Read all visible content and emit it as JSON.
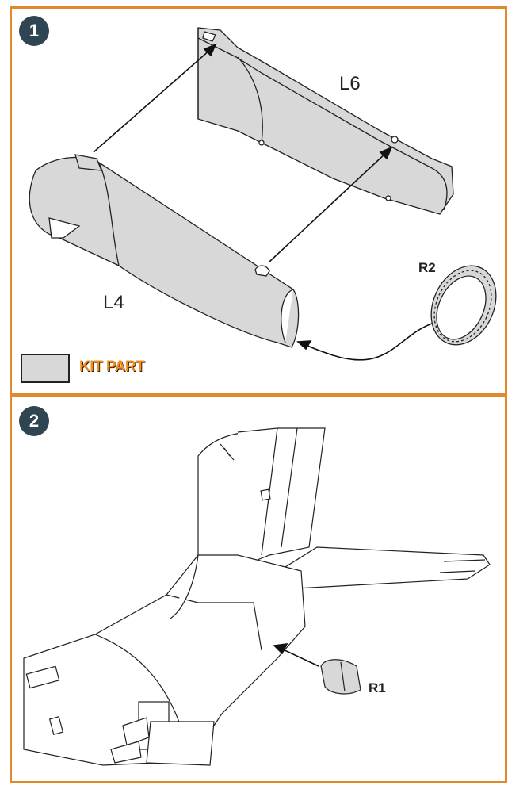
{
  "steps": [
    {
      "number": "1"
    },
    {
      "number": "2"
    }
  ],
  "step1": {
    "part_top": "L6",
    "part_bottom": "L4",
    "part_ring": "R2",
    "legend_text": "KIT PART"
  },
  "step2": {
    "part_insert": "R1"
  },
  "colors": {
    "border": "#e08a2c",
    "step_badge": "#2f4551",
    "kit_part_fill": "#d8d8d8",
    "legend_text": "#f08c22"
  }
}
